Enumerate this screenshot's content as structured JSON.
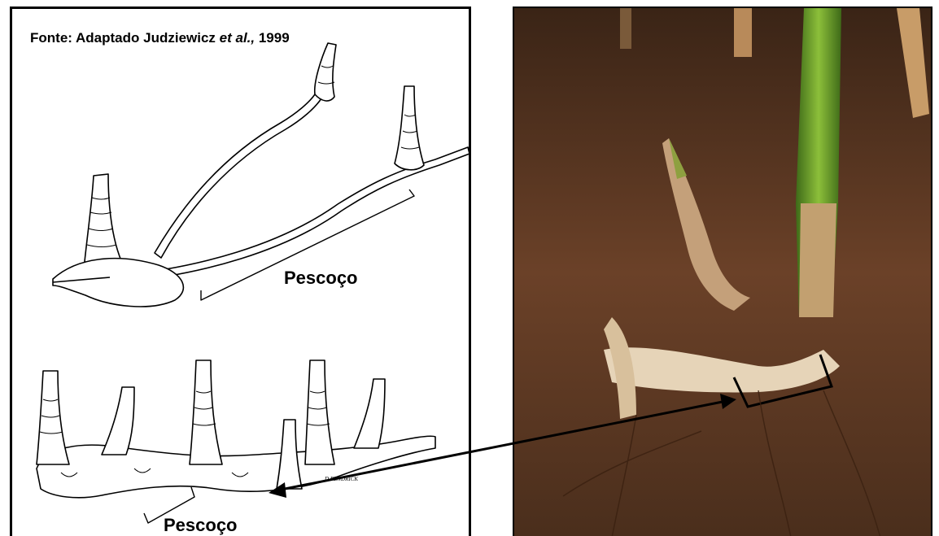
{
  "source_caption": {
    "prefix": "Fonte: Adaptado Judziewicz ",
    "italic": "et al.,",
    "suffix": " 1999"
  },
  "labels": {
    "neck_top": "Pescoço",
    "neck_bottom": "Pescoço"
  },
  "signature": "D.FENDRICK",
  "colors": {
    "border": "#000000",
    "soil": "#5a3a24",
    "culm_green": "#6a9a2a",
    "rhizome": "#e8d8c0"
  }
}
